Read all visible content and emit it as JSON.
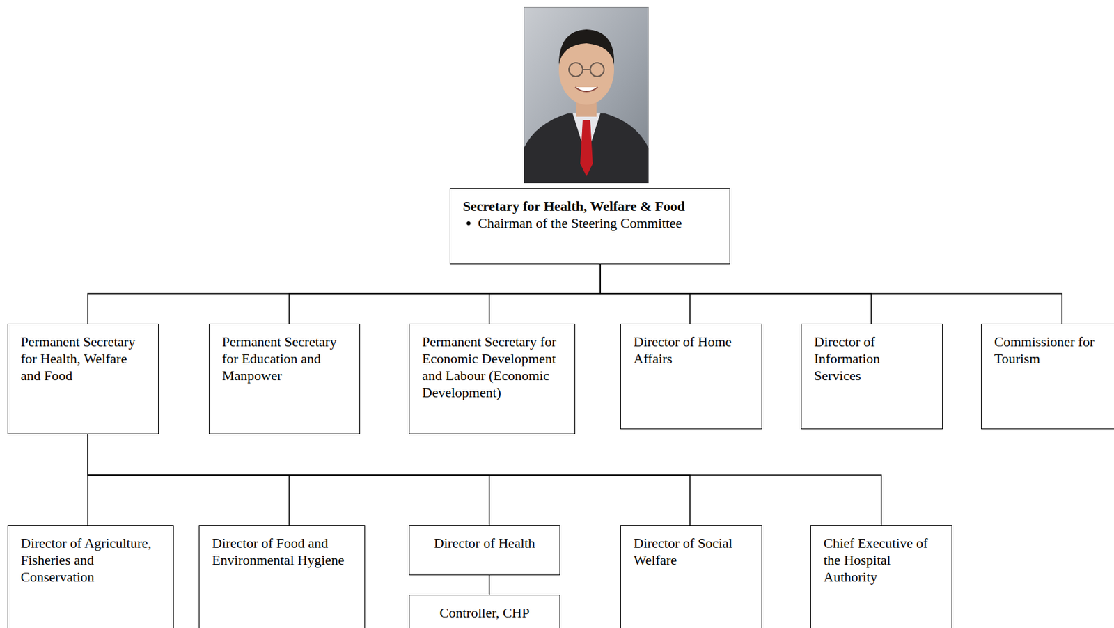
{
  "diagram": {
    "nodes": [
      {
        "text": [
          "Secretary for Health, Welfare & Food",
          "Chairman of the Steering Committee"
        ]
      },
      {
        "text": [
          "Permanent Secretary for Health, Welfare and Food"
        ]
      },
      {
        "text": [
          "Permanent Secretary for Education and Manpower"
        ]
      },
      {
        "text": [
          "Permanent Secretary for Economic Development and Labour (Economic Development)"
        ]
      },
      {
        "text": [
          "Director of Home Affairs"
        ]
      },
      {
        "text": [
          "Director of Information Services"
        ]
      },
      {
        "text": [
          "Commissioner for Tourism"
        ]
      },
      {
        "text": [
          "Director of Agriculture, Fisheries and Conservation"
        ]
      },
      {
        "text": [
          "Director of Food and Environmental Hygiene"
        ]
      },
      {
        "text": [
          "Director of Health"
        ]
      },
      {
        "text": [
          "Controller, CHP"
        ]
      },
      {
        "text": [
          "Director of Social Welfare"
        ]
      },
      {
        "text": [
          "Chief Executive of the Hospital Authority"
        ]
      }
    ],
    "edges": [
      {
        "from": 0,
        "to": 1,
        "arrow": "none"
      },
      {
        "from": 0,
        "to": 2,
        "arrow": "none"
      },
      {
        "from": 0,
        "to": 3,
        "arrow": "none"
      },
      {
        "from": 0,
        "to": 4,
        "arrow": "none"
      },
      {
        "from": 0,
        "to": 5,
        "arrow": "none"
      },
      {
        "from": 0,
        "to": 6,
        "arrow": "none"
      },
      {
        "from": 1,
        "to": 7,
        "arrow": "none"
      },
      {
        "from": 1,
        "to": 8,
        "arrow": "none"
      },
      {
        "from": 1,
        "to": 9,
        "arrow": "none"
      },
      {
        "from": 1,
        "to": 11,
        "arrow": "none"
      },
      {
        "from": 1,
        "to": 12,
        "arrow": "none"
      },
      {
        "from": 9,
        "to": 10,
        "arrow": "none"
      }
    ]
  }
}
